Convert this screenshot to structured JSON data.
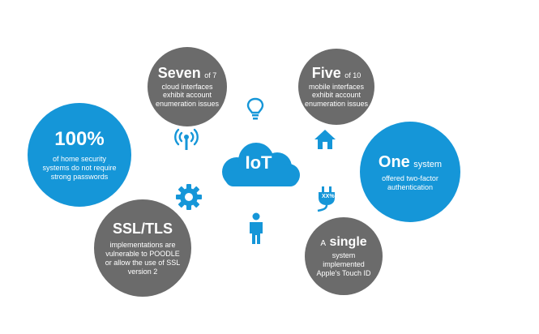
{
  "center": {
    "label": "IoT"
  },
  "bubbles": {
    "cloud_interfaces": {
      "headline": "Seven",
      "suffix": "of 7",
      "lines": [
        "cloud interfaces",
        "exhibit account",
        "enumeration issues"
      ]
    },
    "mobile_interfaces": {
      "headline": "Five",
      "suffix": "of 10",
      "lines": [
        "mobile interfaces",
        "exhibit account",
        "enumeration issues"
      ]
    },
    "passwords": {
      "headline": "100%",
      "lines": [
        "of home security",
        "systems do not require",
        "strong passwords"
      ]
    },
    "two_factor": {
      "headline": "One",
      "suffix": "system",
      "lines": [
        "offered two-factor",
        "authentication"
      ]
    },
    "ssl": {
      "headline": "SSL/TLS",
      "lines": [
        "implementations are",
        "vulnerable to POODLE",
        "or allow the use of SSL",
        "version 2"
      ]
    },
    "touch_id": {
      "prefix": "A",
      "headline": "single",
      "lines": [
        "system",
        "implemented",
        "Apple's Touch ID"
      ]
    }
  },
  "icons": {
    "plug_badge": "XX%"
  },
  "colors": {
    "blue": "#1596d8",
    "gray": "#6b6b6b",
    "background": "#ffffff"
  }
}
